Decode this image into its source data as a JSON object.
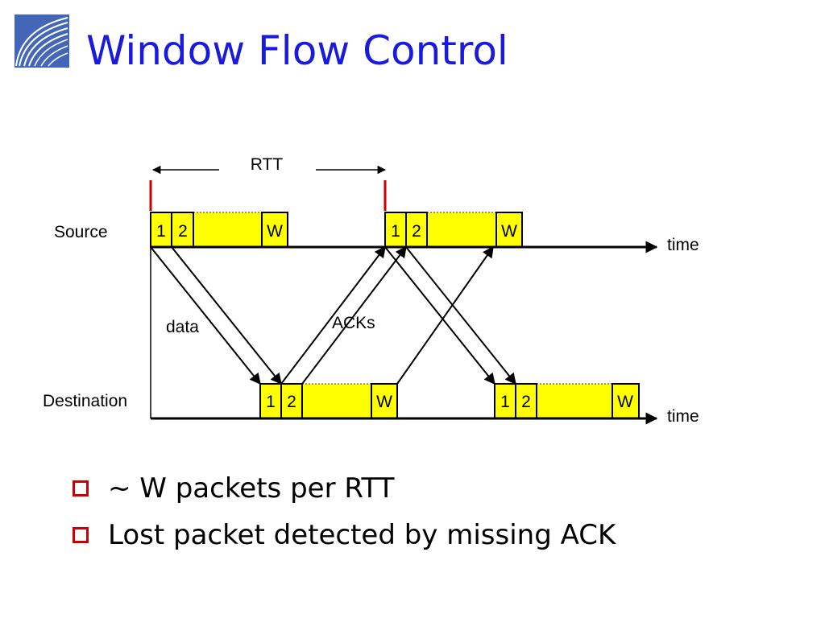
{
  "title": "Window Flow Control",
  "logo": {
    "icon": "curved-lines-logo",
    "colors": [
      "#4466b8",
      "#ffffff"
    ]
  },
  "diagram": {
    "rtt_label": "RTT",
    "source_label": "Source",
    "destination_label": "Destination",
    "time_label": "time",
    "data_label": "data",
    "acks_label": "ACKs",
    "packet_first": "1",
    "packet_second": "2",
    "packet_last": "W",
    "colors": {
      "window_fill": "#ffff00",
      "rtt_marker": "#cc0000",
      "lines": "#000000"
    }
  },
  "bullets": [
    "~ W packets per RTT",
    "Lost packet detected by missing ACK"
  ],
  "colors": {
    "title": "#1a1adc",
    "bullet_marker": "#cc0000"
  }
}
